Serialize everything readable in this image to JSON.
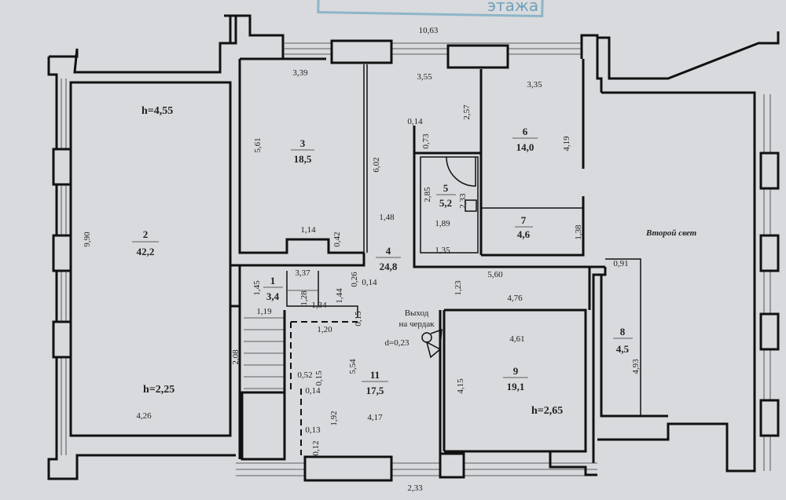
{
  "stamp": {
    "text": "этажа",
    "color": "#6fa0b8"
  },
  "rooms": [
    {
      "number": "2",
      "area": "42,2"
    },
    {
      "number": "3",
      "area": "18,5"
    },
    {
      "number": "6",
      "area": "14,0"
    },
    {
      "number": "5",
      "area": "5,2"
    },
    {
      "number": "7",
      "area": "4,6"
    },
    {
      "number": "4",
      "area": "24,8"
    },
    {
      "number": "1",
      "area": "3,4"
    },
    {
      "number": "11",
      "area": "17,5"
    },
    {
      "number": "9",
      "area": "19,1"
    },
    {
      "number": "8",
      "area": "4,5"
    }
  ],
  "heights": {
    "room2_top": "h=4,55",
    "room2_bottom": "h=2,25",
    "room9": "h=2,65"
  },
  "notes": {
    "second_light": "Второй свет",
    "attic_exit_line1": "Выход",
    "attic_exit_line2": "на чердак",
    "stair_diameter": "d=0,23"
  },
  "dims": {
    "top_total": "10,63",
    "r3_top": "3,39",
    "r4_top": "3,55",
    "r6_top": "3,35",
    "r3_side": "5,61",
    "r4_side": "6,02",
    "wall_014_a": "0,14",
    "wall_073": "0,73",
    "r6_257": "2,57",
    "r6_side": "4,19",
    "r5_side": "2,85",
    "r5_233": "2,33",
    "r4_148": "1,48",
    "r5_189": "1,89",
    "r5_135": "1,35",
    "r7_side": "1,38",
    "r8_top": "0,91",
    "r2_side": "9,90",
    "r3_114": "1,14",
    "r3_042": "0,42",
    "corr_560": "5,60",
    "corr_123": "1,23",
    "r1_337": "3,37",
    "r1_145": "1,45",
    "r1_128": "1,28",
    "r1_144": "1,44",
    "r1_026": "0,26",
    "r1_014": "0,14",
    "r1_134": "1,34",
    "r9_476": "4,76",
    "stair_119": "1,19",
    "r11_015": "0,15",
    "r11_120": "1,20",
    "stair_208": "2,08",
    "r9_461": "4,61",
    "r11_554": "5,54",
    "r8_side": "4,93",
    "r9_415": "4,15",
    "r11_052": "0,52",
    "r11_015b": "0,15",
    "r11_014": "0,14",
    "r11_192": "1,92",
    "r11_417": "4,17",
    "r2_bottom": "4,26",
    "r11_013": "0,13",
    "r11_012": "0,12",
    "bottom_233": "2,33"
  }
}
